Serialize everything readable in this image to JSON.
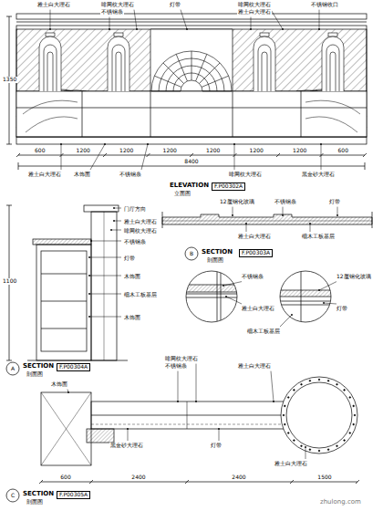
{
  "diagram": {
    "labels": [
      "雅士白大理石",
      "啡网纹大理石",
      "不锈钢条",
      "灯带",
      "啡网纹大理石",
      "雅士白大理石",
      "不锈钢收口",
      "雅士白大理石",
      "木饰面",
      "不锈钢条",
      "啡网纹大理石",
      "黑金砂大理石",
      "600",
      "1200",
      "1200",
      "1200",
      "1200",
      "1200",
      "1200",
      "600",
      "8400",
      "ELEVATION",
      "立面图",
      "F.P00302A",
      "1350",
      "门厅方向",
      "雅士白大理石",
      "啡网纹大理石",
      "不锈钢条",
      "灯带",
      "木饰面",
      "细木工板基层",
      "木饰面",
      "A",
      "SECTION",
      "剖面图",
      "F.P00304A",
      "1100",
      "12厘钢化玻璃",
      "不锈钢条",
      "灯带",
      "雅士白大理石",
      "细木工板基层",
      "B",
      "SECTION",
      "剖面图",
      "F.P00303A",
      "不锈钢条",
      "雅士白大理石",
      "12厘钢化玻璃",
      "灯带",
      "细木工板基层",
      "啡网纹大理石",
      "不锈钢条",
      "雅士白大理石",
      "木饰面",
      "黑金砂大理石",
      "灯带",
      "雅士白大理石",
      "600",
      "2400",
      "2400",
      "1500",
      "C",
      "SECTION",
      "剖面图",
      "F.P00305A",
      "zhulong.com"
    ]
  }
}
